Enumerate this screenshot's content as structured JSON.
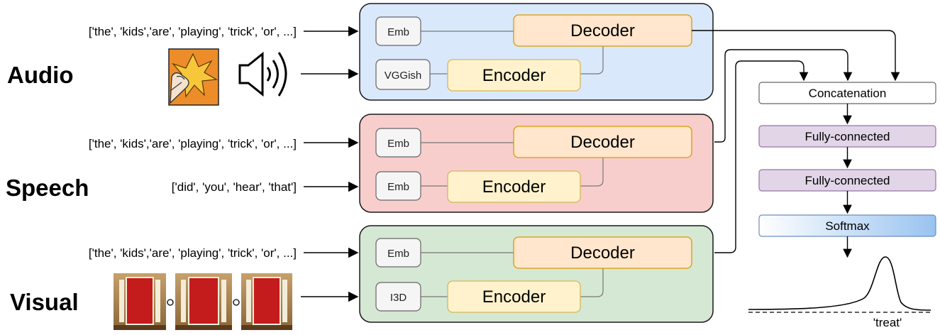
{
  "colors": {
    "audio_panel": "#dae8fc",
    "audio_border": "#1a1a1a",
    "speech_panel": "#f8cecc",
    "visual_panel": "#d5e8d4",
    "decoder_fill": "#ffe6cc",
    "decoder_border": "#d79b00",
    "encoder_fill": "#fff2cc",
    "encoder_border": "#d6b656",
    "fc_fill": "#e1d5e7",
    "fc_border": "#9673a6",
    "softmax_start": "#ffffff",
    "softmax_end": "#99c3f0",
    "softmax_border": "#6c8ebf",
    "small_box_fill": "#f5f5f5",
    "small_box_border": "#666666"
  },
  "inputs": {
    "caption_tokens": "['the', 'kids','are', 'playing', 'trick', 'or', ...]",
    "speech_tokens": "['did', 'you', 'hear', 'that']"
  },
  "modalities": {
    "audio": {
      "label": "Audio",
      "emb_label": "Emb",
      "feat_label": "VGGish",
      "decoder_label": "Decoder",
      "encoder_label": "Encoder"
    },
    "speech": {
      "label": "Speech",
      "emb_label": "Emb",
      "feat_label": "Emb",
      "decoder_label": "Decoder",
      "encoder_label": "Encoder"
    },
    "visual": {
      "label": "Visual",
      "emb_label": "Emb",
      "feat_label": "I3D",
      "decoder_label": "Decoder",
      "encoder_label": "Encoder"
    }
  },
  "head": {
    "concat_label": "Concatenation",
    "fc1_label": "Fully-connected",
    "fc2_label": "Fully-connected",
    "softmax_label": "Softmax",
    "output_word": "'treat'"
  }
}
